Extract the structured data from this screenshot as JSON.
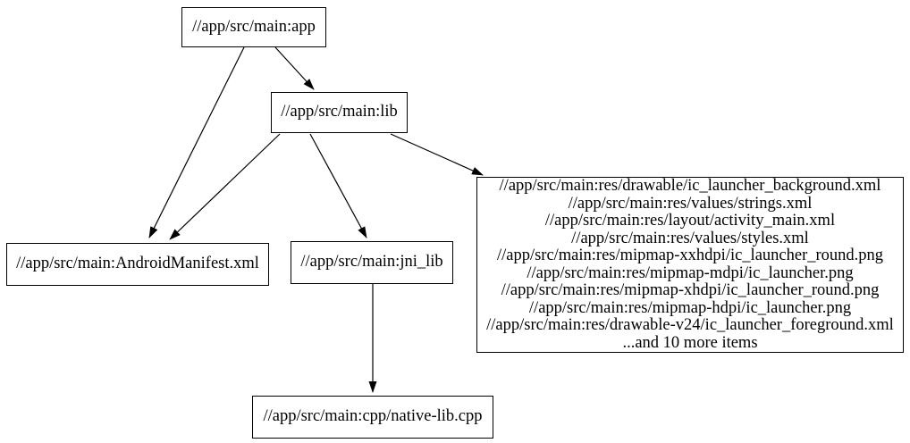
{
  "diagram": {
    "type": "directed-graph",
    "background_color": "#ffffff",
    "node_border_color": "#000000",
    "edge_color": "#000000",
    "text_color": "#000000",
    "nodes": {
      "app": {
        "label": "//app/src/main:app"
      },
      "lib": {
        "label": "//app/src/main:lib"
      },
      "manifest": {
        "label": "//app/src/main:AndroidManifest.xml"
      },
      "jni_lib": {
        "label": "//app/src/main:jni_lib"
      },
      "res": {
        "lines": [
          "//app/src/main:res/drawable/ic_launcher_background.xml",
          "//app/src/main:res/values/strings.xml",
          "//app/src/main:res/layout/activity_main.xml",
          "//app/src/main:res/values/styles.xml",
          "//app/src/main:res/mipmap-xxhdpi/ic_launcher_round.png",
          "//app/src/main:res/mipmap-mdpi/ic_launcher.png",
          "//app/src/main:res/mipmap-xhdpi/ic_launcher_round.png",
          "//app/src/main:res/mipmap-hdpi/ic_launcher.png",
          "//app/src/main:res/drawable-v24/ic_launcher_foreground.xml",
          "...and 10 more items"
        ]
      },
      "cpp": {
        "label": "//app/src/main:cpp/native-lib.cpp"
      }
    },
    "edges": [
      {
        "from": "app",
        "to": "lib"
      },
      {
        "from": "app",
        "to": "manifest"
      },
      {
        "from": "lib",
        "to": "manifest"
      },
      {
        "from": "lib",
        "to": "jni_lib"
      },
      {
        "from": "lib",
        "to": "res"
      },
      {
        "from": "jni_lib",
        "to": "cpp"
      }
    ]
  }
}
